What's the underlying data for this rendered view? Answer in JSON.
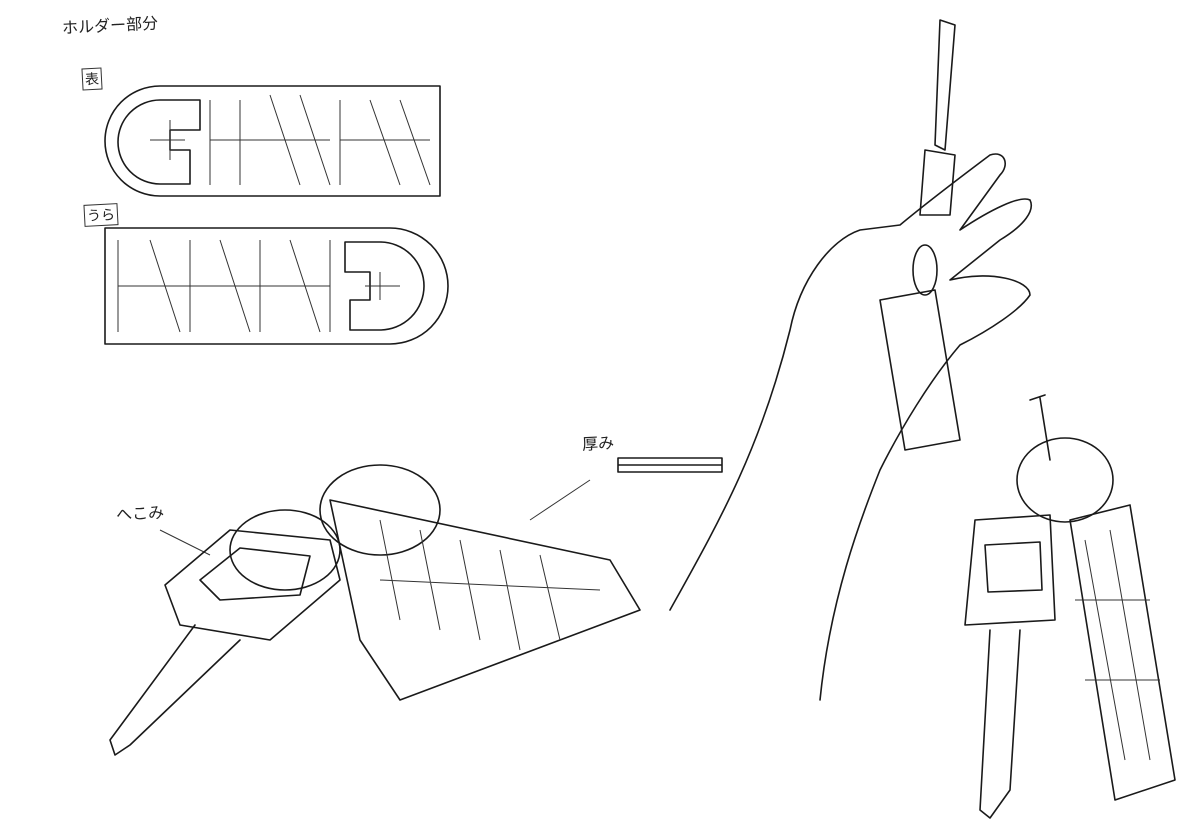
{
  "labels": {
    "title": "ホルダー部分",
    "front": "表",
    "back": "うら",
    "thickness": "厚み",
    "dent": "へこみ"
  }
}
